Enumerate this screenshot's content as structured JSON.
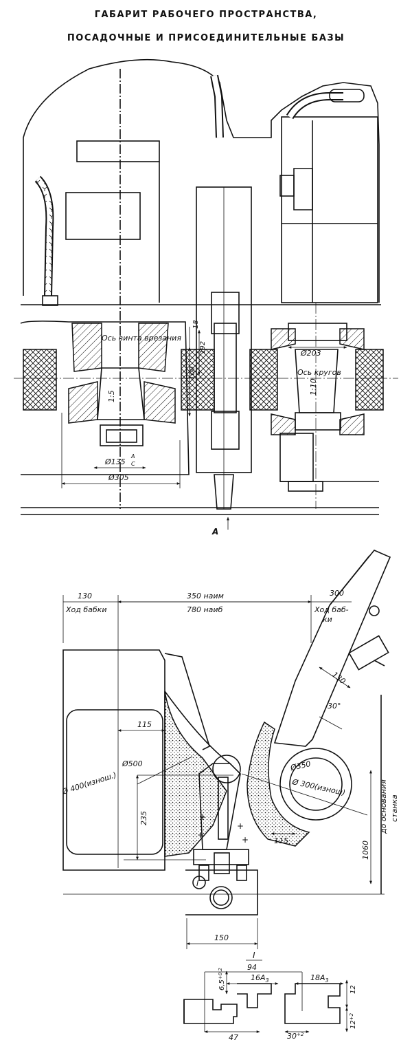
{
  "title": {
    "line1": "ГАБАРИТ РАБОЧЕГО ПРОСТРАНСТВА,",
    "line2": "ПОСАДОЧНЫЕ И ПРИСОЕДИНИТЕЛЬНЫЕ БАЗЫ"
  },
  "top_view": {
    "label_screw_axis": "Ось винта врезания",
    "label_wheels_axis": "Ось кругов",
    "dim_d135": "Ø135",
    "dim_d135_fit_top": "A",
    "dim_d135_fit_bottom": "C",
    "dim_d305": "Ø305",
    "dim_d203": "Ø203",
    "taper_left": "1:5",
    "taper_right": "1:10",
    "dim_18": "18",
    "dim_192": "192",
    "dim_100": "100",
    "view_arrow": "A"
  },
  "bottom_view": {
    "dim_130": "130",
    "label_stroke_left": "Ход бабки",
    "dim_350": "350 наим",
    "dim_780": "780 наиб",
    "dim_300": "300",
    "label_stroke_right_1": "Ход баб-",
    "label_stroke_right_2": "ки",
    "dim_130_right": "130",
    "angle_30": "30°",
    "dim_115_left": "115",
    "dim_d500": "Ø500",
    "dim_d400": "Ø 400(изнош.)",
    "dim_d350": "Ø350",
    "dim_d300": "Ø 300(изнош)",
    "dim_235": "235",
    "dim_115_right": "115",
    "dim_1060": "1060",
    "label_base_1": "до основания",
    "label_base_2": "станка",
    "dim_150": "150",
    "callout_1": "I"
  },
  "detail": {
    "title": "I",
    "scale": "94",
    "dim_16a3": "16A",
    "sub_16a3": "3",
    "dim_18a3": "18A",
    "sub_18a3": "3",
    "dim_6_5": "6,5",
    "tol_6_5": "+0,2",
    "dim_12_top": "12",
    "dim_12_bottom": "12",
    "tol_12_bottom": "+2",
    "dim_47": "47",
    "dim_30": "30",
    "tol_30": "+2"
  }
}
